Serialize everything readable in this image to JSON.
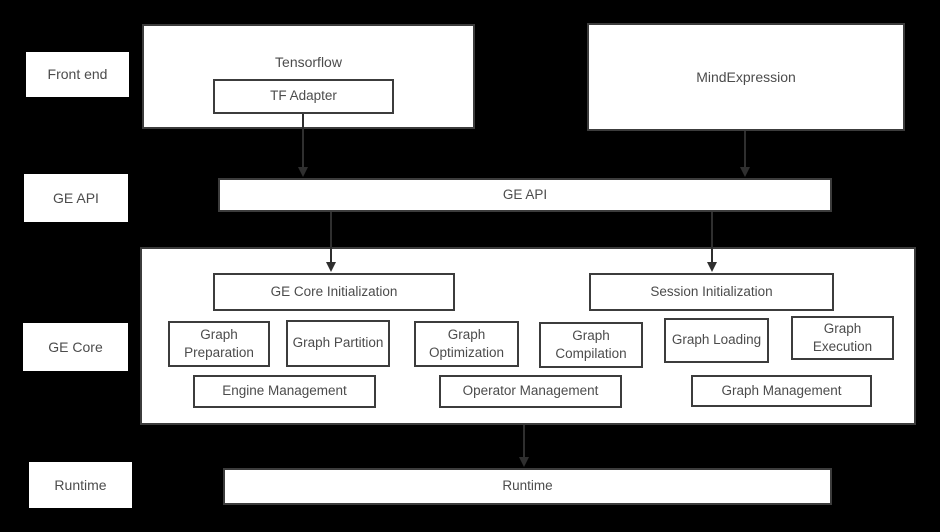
{
  "colors": {
    "background": "#000000",
    "box_fill": "#ffffff",
    "border": "#3c3c3c",
    "text": "#4c4c4c",
    "arrow": "#2f2f2f"
  },
  "side_labels": {
    "front_end": "Front end",
    "ge_api": "GE API",
    "ge_core": "GE Core",
    "runtime": "Runtime"
  },
  "front_end": {
    "tensorflow_title": "Tensorflow",
    "tf_adapter": "TF Adapter",
    "mind_expression": "MindExpression"
  },
  "ge_api": {
    "label": "GE API"
  },
  "ge_core": {
    "ge_core_init": "GE Core Initialization",
    "session_init": "Session Initialization",
    "stages": [
      {
        "label": "Graph Preparation"
      },
      {
        "label": "Graph Partition"
      },
      {
        "label": "Graph Optimization"
      },
      {
        "label": "Graph Compilation"
      },
      {
        "label": "Graph Loading"
      },
      {
        "label": "Graph Execution"
      }
    ],
    "management": [
      {
        "label": "Engine Management"
      },
      {
        "label": "Operator Management"
      },
      {
        "label": "Graph Management"
      }
    ]
  },
  "runtime": {
    "label": "Runtime"
  }
}
